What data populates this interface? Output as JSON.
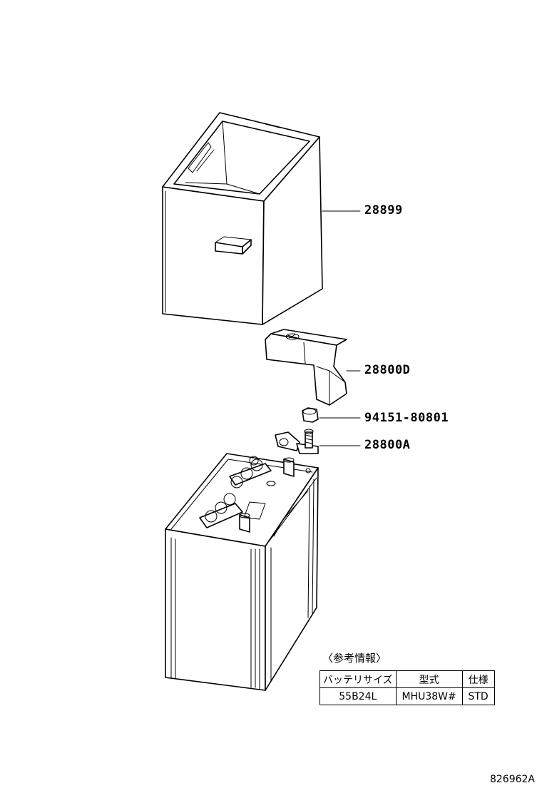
{
  "parts": {
    "box": "28899",
    "clamp": "28800D",
    "bolt": "94151-80801",
    "terminal": "28800A"
  },
  "reference": {
    "title": "〈参考情報〉",
    "headers": [
      "バッテリサイズ",
      "型式",
      "仕様"
    ],
    "row": [
      "55B24L",
      "MHU38W#",
      "STD"
    ]
  },
  "catalog_number": "826962A"
}
